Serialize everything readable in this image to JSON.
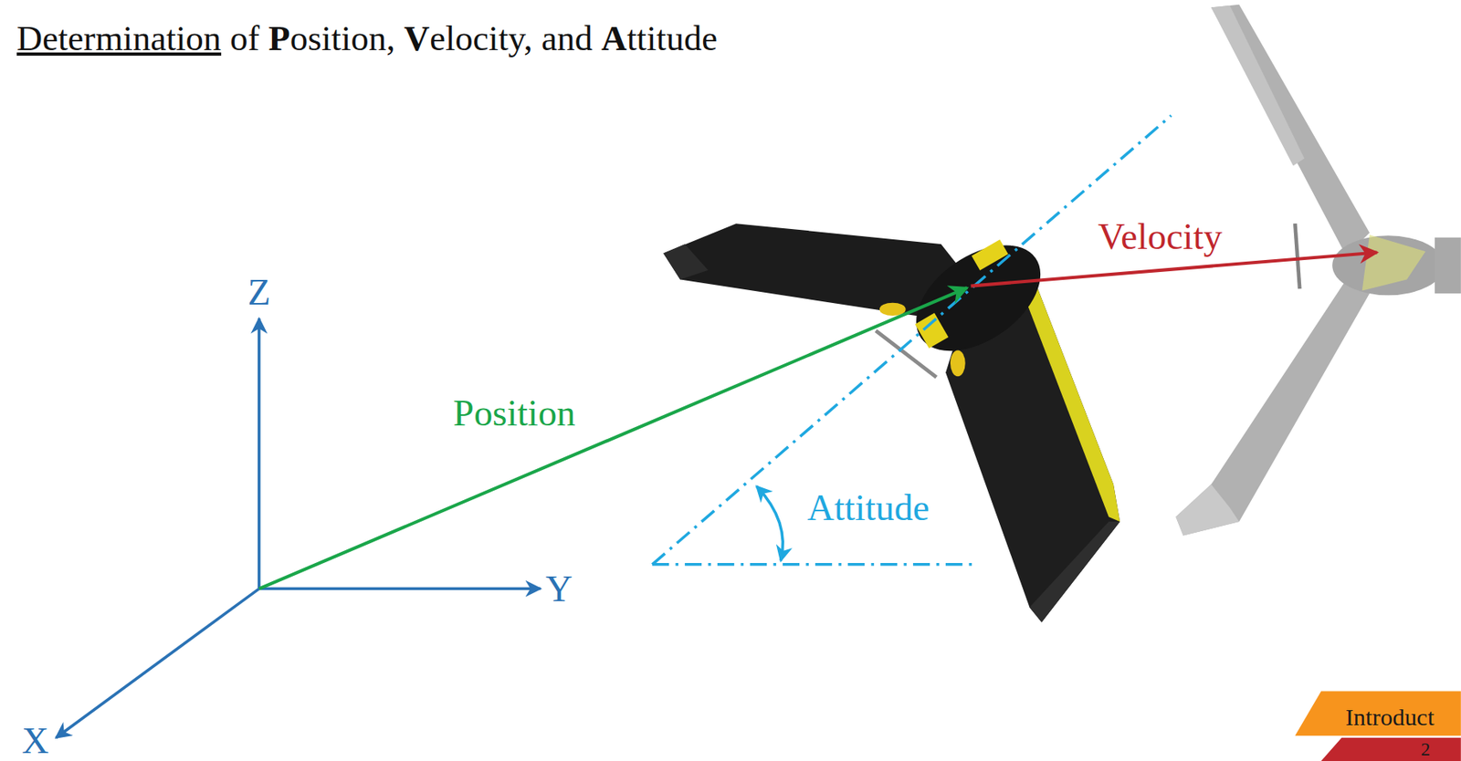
{
  "diagram": {
    "title": "Determination of Position, Velocity, and Attitude",
    "labels": [
      "Z",
      "Y",
      "X",
      "Position",
      "Velocity",
      "Attitude",
      "Introduct",
      "2"
    ]
  }
}
